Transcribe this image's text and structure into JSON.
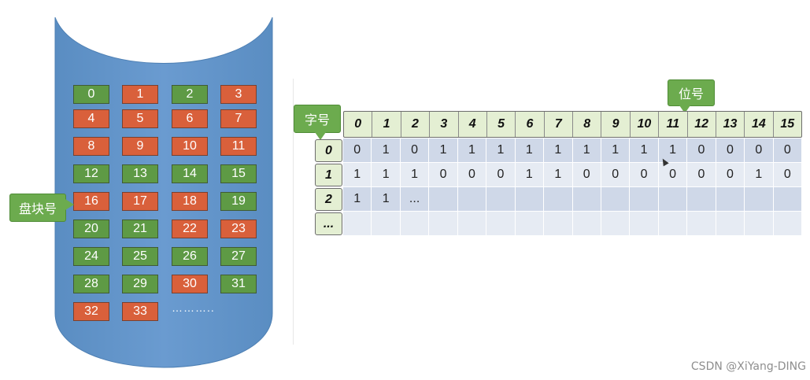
{
  "labels": {
    "disk_block_number": "盘块号",
    "word_number": "字号",
    "bit_number": "位号"
  },
  "disk": {
    "colors": {
      "body": "#6395c9",
      "free_block": "#5e9a45",
      "used_block": "#d9603b"
    },
    "blocks": [
      {
        "n": "0",
        "state": "free"
      },
      {
        "n": "1",
        "state": "used"
      },
      {
        "n": "2",
        "state": "free"
      },
      {
        "n": "3",
        "state": "used"
      },
      {
        "n": "4",
        "state": "used"
      },
      {
        "n": "5",
        "state": "used"
      },
      {
        "n": "6",
        "state": "used"
      },
      {
        "n": "7",
        "state": "used"
      },
      {
        "n": "8",
        "state": "used"
      },
      {
        "n": "9",
        "state": "used"
      },
      {
        "n": "10",
        "state": "used"
      },
      {
        "n": "11",
        "state": "used"
      },
      {
        "n": "12",
        "state": "free"
      },
      {
        "n": "13",
        "state": "free"
      },
      {
        "n": "14",
        "state": "free"
      },
      {
        "n": "15",
        "state": "free"
      },
      {
        "n": "16",
        "state": "used"
      },
      {
        "n": "17",
        "state": "used"
      },
      {
        "n": "18",
        "state": "used"
      },
      {
        "n": "19",
        "state": "free"
      },
      {
        "n": "20",
        "state": "free"
      },
      {
        "n": "21",
        "state": "free"
      },
      {
        "n": "22",
        "state": "used"
      },
      {
        "n": "23",
        "state": "used"
      },
      {
        "n": "24",
        "state": "free"
      },
      {
        "n": "25",
        "state": "free"
      },
      {
        "n": "26",
        "state": "free"
      },
      {
        "n": "27",
        "state": "free"
      },
      {
        "n": "28",
        "state": "free"
      },
      {
        "n": "29",
        "state": "free"
      },
      {
        "n": "30",
        "state": "used"
      },
      {
        "n": "31",
        "state": "free"
      },
      {
        "n": "32",
        "state": "used"
      },
      {
        "n": "33",
        "state": "used"
      }
    ],
    "ellipsis": "……….."
  },
  "bitmap": {
    "bit_headers": [
      "0",
      "1",
      "2",
      "3",
      "4",
      "5",
      "6",
      "7",
      "8",
      "9",
      "10",
      "11",
      "12",
      "13",
      "14",
      "15"
    ],
    "row_labels": [
      "0",
      "1",
      "2",
      "..."
    ],
    "rows": [
      [
        "0",
        "1",
        "0",
        "1",
        "1",
        "1",
        "1",
        "1",
        "1",
        "1",
        "1",
        "1",
        "0",
        "0",
        "0",
        "0"
      ],
      [
        "1",
        "1",
        "1",
        "0",
        "0",
        "0",
        "1",
        "1",
        "0",
        "0",
        "0",
        "0",
        "0",
        "0",
        "1",
        "0"
      ],
      [
        "1",
        "1",
        "...",
        "",
        "",
        "",
        "",
        "",
        "",
        "",
        "",
        "",
        "",
        "",
        "",
        ""
      ],
      [
        "",
        "",
        "",
        "",
        "",
        "",
        "",
        "",
        "",
        "",
        "",
        "",
        "",
        "",
        "",
        ""
      ]
    ]
  },
  "watermark": "CSDN @XiYang-DING"
}
